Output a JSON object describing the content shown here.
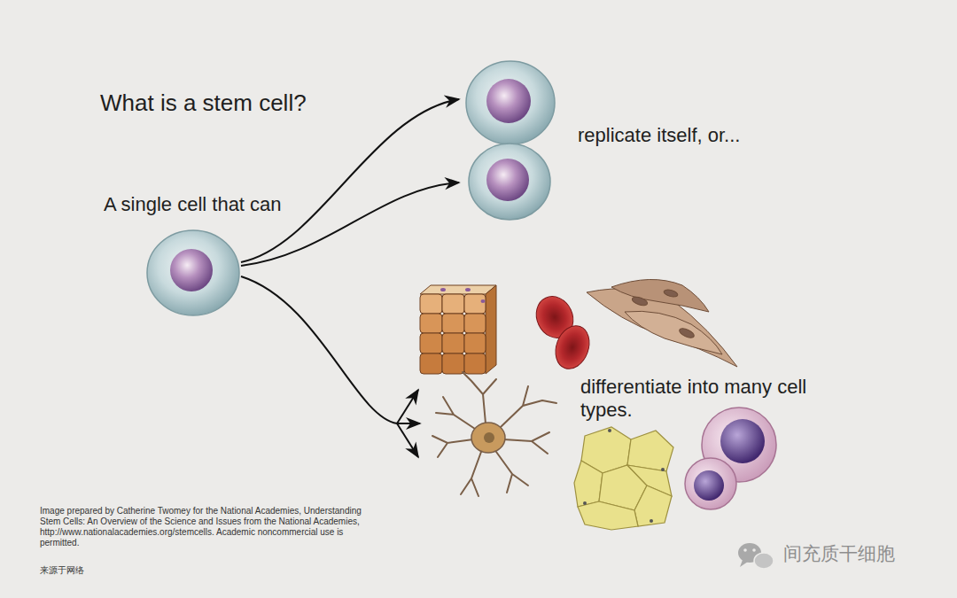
{
  "diagram": {
    "title": "What is a stem cell?",
    "labels": [
      "A single cell that can",
      "replicate itself, or...",
      "differentiate into many cell types.",
      "Image prepared by Catherine Twomey for the National Academies, Understanding Stem Cells: An Overview of the Science and Issues from the National Academies, http://www.nationalacademies.org/stemcells. Academic noncommercial use is permitted.",
      "来源于网络",
      "间充质干细胞"
    ]
  }
}
